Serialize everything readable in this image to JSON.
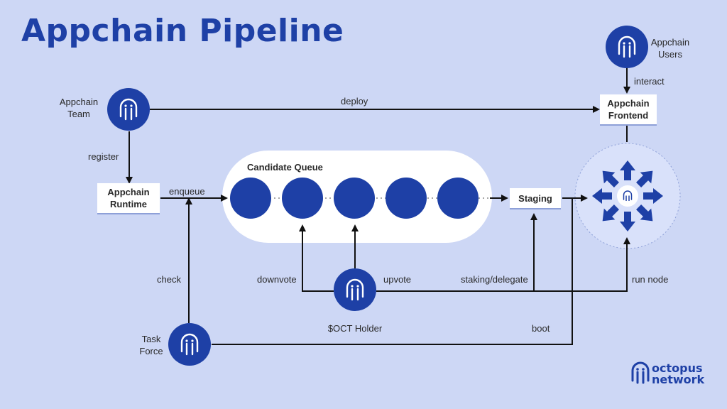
{
  "title": "Appchain Pipeline",
  "actors": {
    "team": "Appchain\nTeam",
    "users": "Appchain\nUsers",
    "task_force": "Task\nForce",
    "holder": "$OCT Holder"
  },
  "boxes": {
    "runtime": "Appchain\nRuntime",
    "frontend": "Appchain\nFrontend",
    "staging": "Staging"
  },
  "queue": {
    "title": "Candidate Queue",
    "slots": 5
  },
  "edges": {
    "deploy": "deploy",
    "register": "register",
    "enqueue": "enqueue",
    "check": "check",
    "downvote": "downvote",
    "upvote": "upvote",
    "staking": "staking/delegate",
    "run_node": "run node",
    "boot": "boot",
    "interact": "interact"
  },
  "brand": {
    "name_line1": "octopus",
    "name_line2": "network"
  },
  "colors": {
    "primary": "#1e40a6",
    "background": "#cdd7f5",
    "queue_bg": "#ffffff",
    "text": "#2a2a2a"
  },
  "icons": {
    "actor": "octopus-icon",
    "network": "network-hub-icon"
  }
}
